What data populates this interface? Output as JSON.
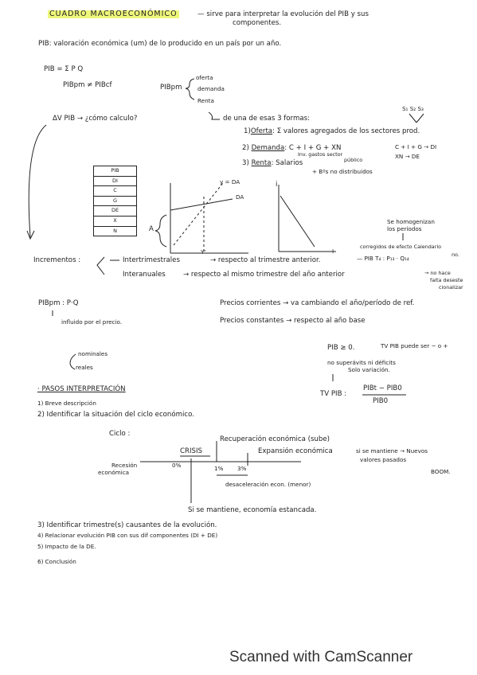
{
  "header": {
    "title": "CUADRO MACROECONÓMICO",
    "title_desc_1": "— sirve para interpretar la evolución del PIB y sus",
    "title_desc_2": "componentes."
  },
  "definition": "PIB: valoración económica (um) de lo producido en un país por un año.",
  "formula": {
    "pib_sum": "PIB = Σ P Q",
    "pib_pm_pcf": "PIBpm ≠ PIBcf",
    "pib_pm": "PIBpm",
    "pm_items": [
      "oferta",
      "demanda",
      "Renta"
    ]
  },
  "delta": {
    "question": "ΔV PIB → ¿cómo calculo?",
    "answer": "de una de esas 3 formas:",
    "sectors": "S₁ S₂ S₃",
    "forms": {
      "f1_num": "1)",
      "f1_label": "Oferta",
      "f1_text": ": Σ valores agregados de los sectores prod.",
      "f2_num": "2)",
      "f2_label": "Demanda",
      "f2_text": ": C + I + G + XN",
      "f2_sub": "Inv.  gastos   sector",
      "f2_sub2": "público",
      "f2_right": "C + I + G → DI",
      "f2_right2": "XN → DE",
      "f3_num": "3)",
      "f3_label": "Renta",
      "f3_text": ": Salarios",
      "f3_sub": "+ Bºs no distribuidos"
    }
  },
  "table": {
    "rows": [
      "PIB",
      "DI",
      "C",
      "G",
      "DE",
      "X",
      "N"
    ]
  },
  "graph": {
    "A_label": "A",
    "y_da": "y = DA",
    "da": "DA",
    "y_prime": "Y'",
    "i_label": "i",
    "I_label": "I"
  },
  "seasonal": {
    "s1": "Se homogenizan",
    "s2": "los períodos",
    "c1": "corregidos de efecto Calendario",
    "c2": "no.",
    "pib_t": "— PIB T₄ : P₁₃ · Q₁₄"
  },
  "increments": {
    "label": "Incrementos :",
    "inter_trim": "Intertrimestrales",
    "inter_trim_desc": "→ respecto al trimestre anterior.",
    "inter_anual": "Interanuales",
    "inter_anual_desc": "→ respecto al mismo trimestre del año anterior",
    "no_hace_1": "→ no hace",
    "no_hace_2": "falta deseste",
    "no_hace_3": "cionalizar"
  },
  "prices": {
    "pibpm": "PIBpm : P·Q",
    "influido": "influido por el precio.",
    "corrientes": "Precios corrientes → va cambiando el año/período de ref.",
    "constantes": "Precios constantes → respecto al año base"
  },
  "nominal": {
    "pib_ge": "PIB ≥ 0.",
    "tv_pib": "TV PIB puede ser − o +",
    "nominales": "nominales",
    "reales": "reales",
    "no_sup_1": "no superávits ni déficits",
    "no_sup_2": "Solo variación.",
    "tv_formula": "TV PIB :",
    "numerator": "PIBt − PIB0",
    "denominator": "PIB0"
  },
  "steps": {
    "title": "· PASOS INTERPRETACIÓN",
    "s1": "1) Breve descripción",
    "s2": "2) Identificar la situación del ciclo económico.",
    "ciclo": "Ciclo :",
    "s3": "3) Identificar trimestre(s) causantes de la evolución.",
    "s4": "4) Relacionar evolución PIB con sus dif componentes (DI + DE)",
    "s5": "5) Impacto de la DE.",
    "s6": "6) Conclusión"
  },
  "cycle": {
    "recuperacion": "Recuperación económica (sube)",
    "crisis": "CRISIS",
    "expansion": "Expansión económica",
    "si_mantiene": "si se mantiene → Nuevos",
    "valores": "valores pasados",
    "boom": "BOOM.",
    "recesion_1": "Recesión",
    "recesion_2": "económica",
    "zero": "0%",
    "one": "1%",
    "three": "3%",
    "desac": "desaceleración econ. (menor)",
    "estancada": "Si se mantiene, economía estancada."
  },
  "footer": "Scanned with CamScanner"
}
